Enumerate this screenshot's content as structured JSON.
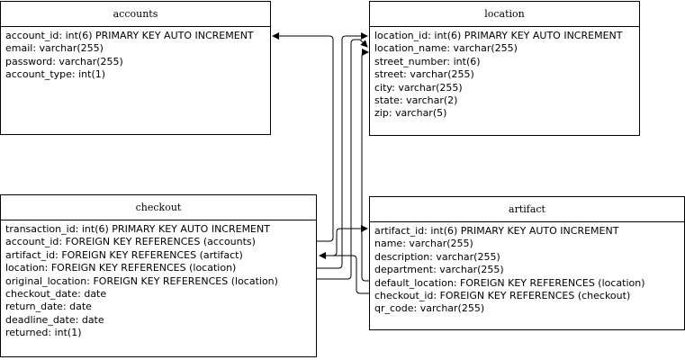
{
  "tables": {
    "accounts": {
      "title": "accounts",
      "fields": [
        "account_id: int(6) PRIMARY KEY AUTO INCREMENT",
        "email: varchar(255)",
        "password: varchar(255)",
        "account_type: int(1)"
      ]
    },
    "location": {
      "title": "location",
      "fields": [
        "location_id: int(6) PRIMARY KEY AUTO INCREMENT",
        "location_name: varchar(255)",
        "street_number: int(6)",
        "street: varchar(255)",
        "city: varchar(255)",
        "state: varchar(2)",
        "zip: varchar(5)"
      ]
    },
    "checkout": {
      "title": "checkout",
      "fields": [
        "transaction_id: int(6) PRIMARY KEY AUTO INCREMENT",
        "account_id: FOREIGN KEY REFERENCES (accounts)",
        "artifact_id: FOREIGN KEY REFERENCES (artifact)",
        "location: FOREIGN KEY REFERENCES (location)",
        "original_location: FOREIGN KEY REFERENCES (location)",
        "checkout_date: date",
        "return_date: date",
        "deadline_date: date",
        "returned: int(1)"
      ]
    },
    "artifact": {
      "title": "artifact",
      "fields": [
        "artifact_id: int(6) PRIMARY KEY AUTO INCREMENT",
        "name: varchar(255)",
        "description: varchar(255)",
        "department: varchar(255)",
        "default_location: FOREIGN KEY REFERENCES (location)",
        "checkout_id: FOREIGN KEY REFERENCES (checkout)",
        "qr_code: varchar(255)"
      ]
    }
  },
  "style": {
    "line_color": "#000000",
    "border_color": "#000000"
  }
}
